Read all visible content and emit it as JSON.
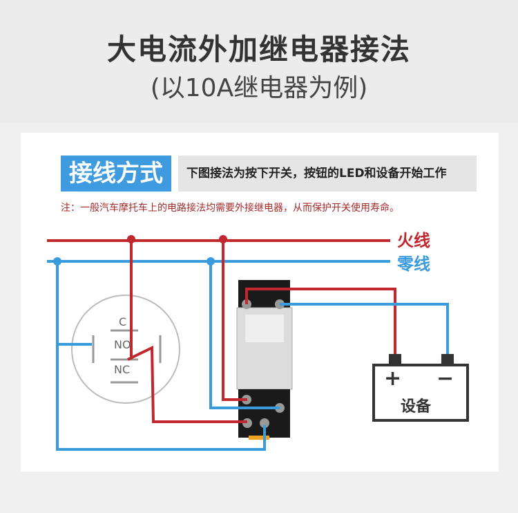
{
  "title": "大电流外加继电器接法",
  "subtitle": "(以10A继电器为例)",
  "section_tag": "接线方式",
  "section_desc": "下图接法为按下开关，按钮的LED和设备开始工作",
  "note": "注：一般汽车摩托车上的电路接法均需要外接继电器，从而保护开关使用寿命。",
  "live_label": "火线",
  "neutral_label": "零线",
  "switch_terminals": {
    "c": "C",
    "no": "NO",
    "nc": "NC"
  },
  "battery": {
    "plus": "+",
    "minus": "−",
    "label": "设备"
  },
  "colors": {
    "live": "#c0282e",
    "neutral": "#3a9bdc"
  }
}
